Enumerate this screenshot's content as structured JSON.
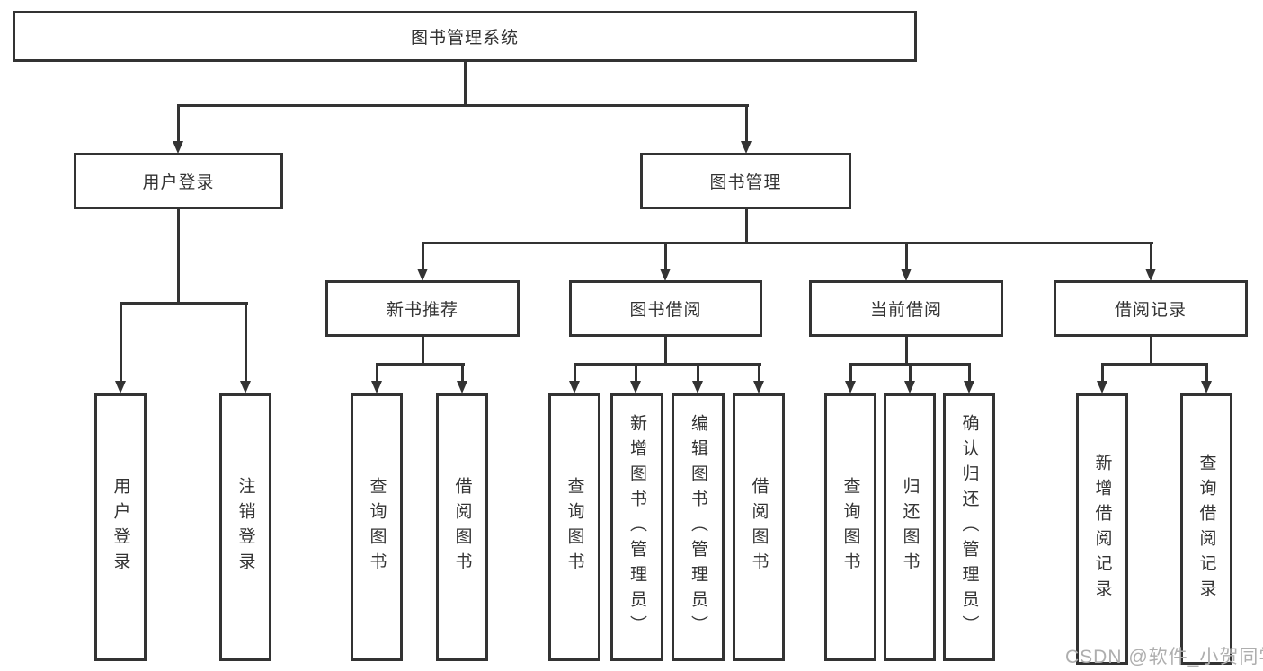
{
  "diagram": {
    "type": "feature-structure-tree",
    "colors": {
      "line": "#333333",
      "box_border": "#333333",
      "box_fill": "#ffffff",
      "text": "#333333",
      "watermark": "#aeaeae",
      "background": "#ffffff"
    }
  },
  "tree": {
    "label": "图书管理系统",
    "children": [
      {
        "label": "用户登录",
        "children": [
          {
            "label": "用户登录"
          },
          {
            "label": "注销登录"
          }
        ]
      },
      {
        "label": "图书管理",
        "children": [
          {
            "label": "新书推荐",
            "children": [
              {
                "label": "查询图书"
              },
              {
                "label": "借阅图书"
              }
            ]
          },
          {
            "label": "图书借阅",
            "children": [
              {
                "label": "查询图书"
              },
              {
                "label": "新增图书（管理员）"
              },
              {
                "label": "编辑图书（管理员）"
              },
              {
                "label": "借阅图书"
              }
            ]
          },
          {
            "label": "当前借阅",
            "children": [
              {
                "label": "查询图书"
              },
              {
                "label": "归还图书"
              },
              {
                "label": "确认归还（管理员）"
              }
            ]
          },
          {
            "label": "借阅记录",
            "children": [
              {
                "label": "新增借阅记录"
              },
              {
                "label": "查询借阅记录"
              }
            ]
          }
        ]
      }
    ]
  },
  "watermark": {
    "text": "CSDN @软件_小贺同学"
  }
}
